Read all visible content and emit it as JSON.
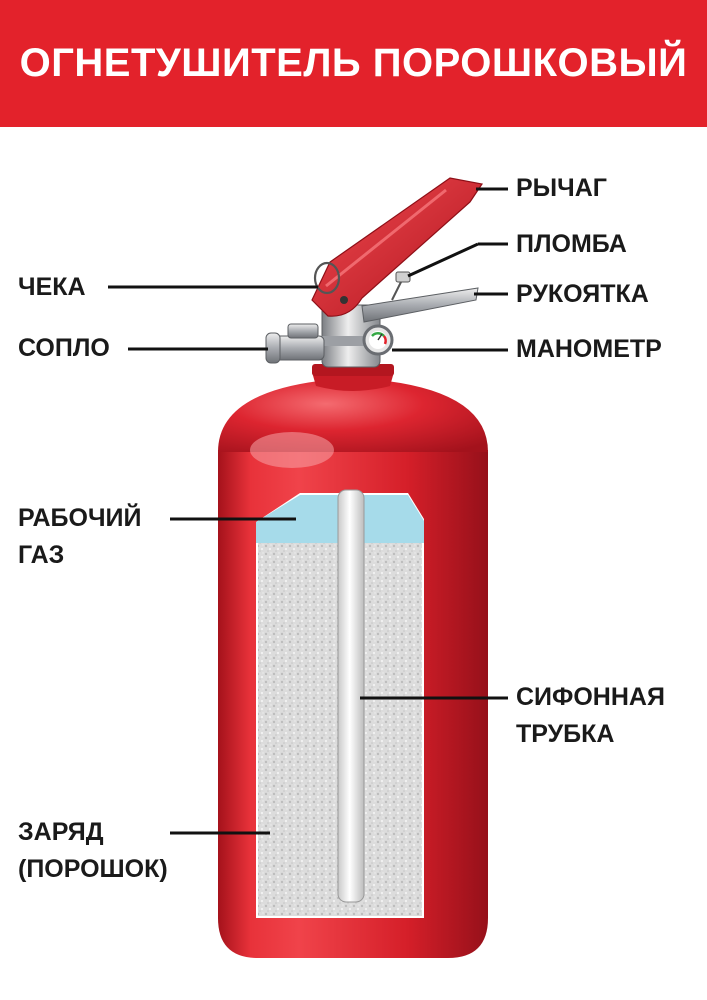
{
  "title": "ОГНЕТУШИТЕЛЬ ПОРОШКОВЫЙ",
  "labels": {
    "lever": "РЫЧАГ",
    "seal": "ПЛОМБА",
    "pin": "ЧЕКА",
    "handle": "РУКОЯТКА",
    "nozzle": "СОПЛО",
    "gauge": "МАНОМЕТР",
    "gas_line1": "РАБОЧИЙ",
    "gas_line2": "ГАЗ",
    "siphon_line1": "СИФОННАЯ",
    "siphon_line2": "ТРУБКА",
    "charge_line1": "ЗАРЯД",
    "charge_line2": "(ПОРОШОК)"
  },
  "colors": {
    "banner": "#e3222b",
    "body_red": "#d9202a",
    "gas": "#a6dbea",
    "powder": "#d8d8d8",
    "metal": "#b9bcc0"
  }
}
